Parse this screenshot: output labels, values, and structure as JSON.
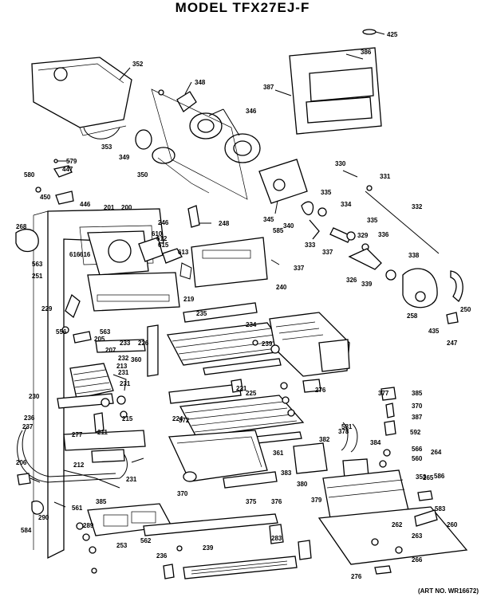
{
  "title": "MODEL TFX27EJ-F",
  "art_number": "(ART NO. WR16672)",
  "callouts": [
    "425",
    "352",
    "386",
    "387",
    "348",
    "346",
    "353",
    "349",
    "350",
    "579",
    "447",
    "580",
    "450",
    "446",
    "201",
    "200",
    "248",
    "345",
    "330",
    "331",
    "268",
    "251",
    "563",
    "616",
    "246",
    "610",
    "615",
    "616",
    "612",
    "613",
    "585",
    "337",
    "335",
    "334",
    "340",
    "333",
    "337",
    "335",
    "329",
    "336",
    "332",
    "326",
    "339",
    "338",
    "258",
    "250",
    "435",
    "247",
    "240",
    "219",
    "229",
    "556",
    "563",
    "235",
    "205",
    "233",
    "226",
    "234",
    "239",
    "232",
    "231",
    "207",
    "213",
    "231",
    "360",
    "230",
    "236",
    "224",
    "221",
    "225",
    "276",
    "215",
    "211",
    "237",
    "277",
    "212",
    "206",
    "231",
    "372",
    "370",
    "375",
    "376",
    "361",
    "383",
    "380",
    "379",
    "378",
    "382",
    "581",
    "384",
    "377",
    "385",
    "370",
    "387",
    "592",
    "353",
    "586",
    "566",
    "560",
    "583",
    "264",
    "265",
    "262",
    "263",
    "266",
    "260",
    "276",
    "584",
    "290",
    "561",
    "385",
    "289",
    "562",
    "253",
    "283",
    "239",
    "236"
  ]
}
